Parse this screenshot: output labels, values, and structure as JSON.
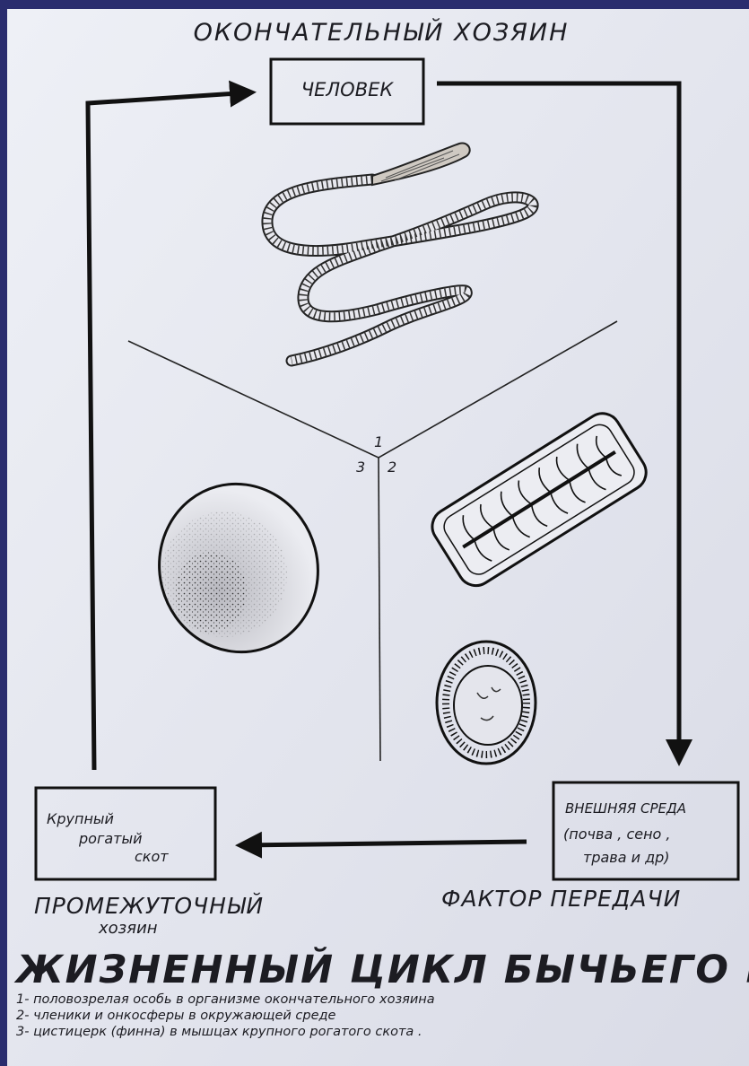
{
  "top_label": "ОКОНЧАТЕЛЬНЫЙ ХОЗЯИН",
  "box_human": "ЧЕЛОВЕК",
  "box_cattle": [
    "Крупный",
    "рогатый",
    "скот"
  ],
  "box_environment": [
    "ВНЕШНЯЯ СРЕДА",
    "(почва , сено ,",
    "трава и др)"
  ],
  "label_intermediate": [
    "ПРОМЕЖУТОЧНЫЙ",
    "хозяин"
  ],
  "label_transmission": "ФАКТОР ПЕРЕДАЧИ",
  "sector_numbers": [
    "1",
    "2",
    "3"
  ],
  "title": "ЖИЗНЕННЫЙ ЦИКЛ БЫЧЬЕГО ЦЕПНЯ",
  "legend": [
    "1- половозрелая особь в организме окончательного хозяина",
    "2- членики и онкосферы в окружающей среде",
    "3- цистицерк (финна) в мышцах крупного рогатого скота ."
  ]
}
